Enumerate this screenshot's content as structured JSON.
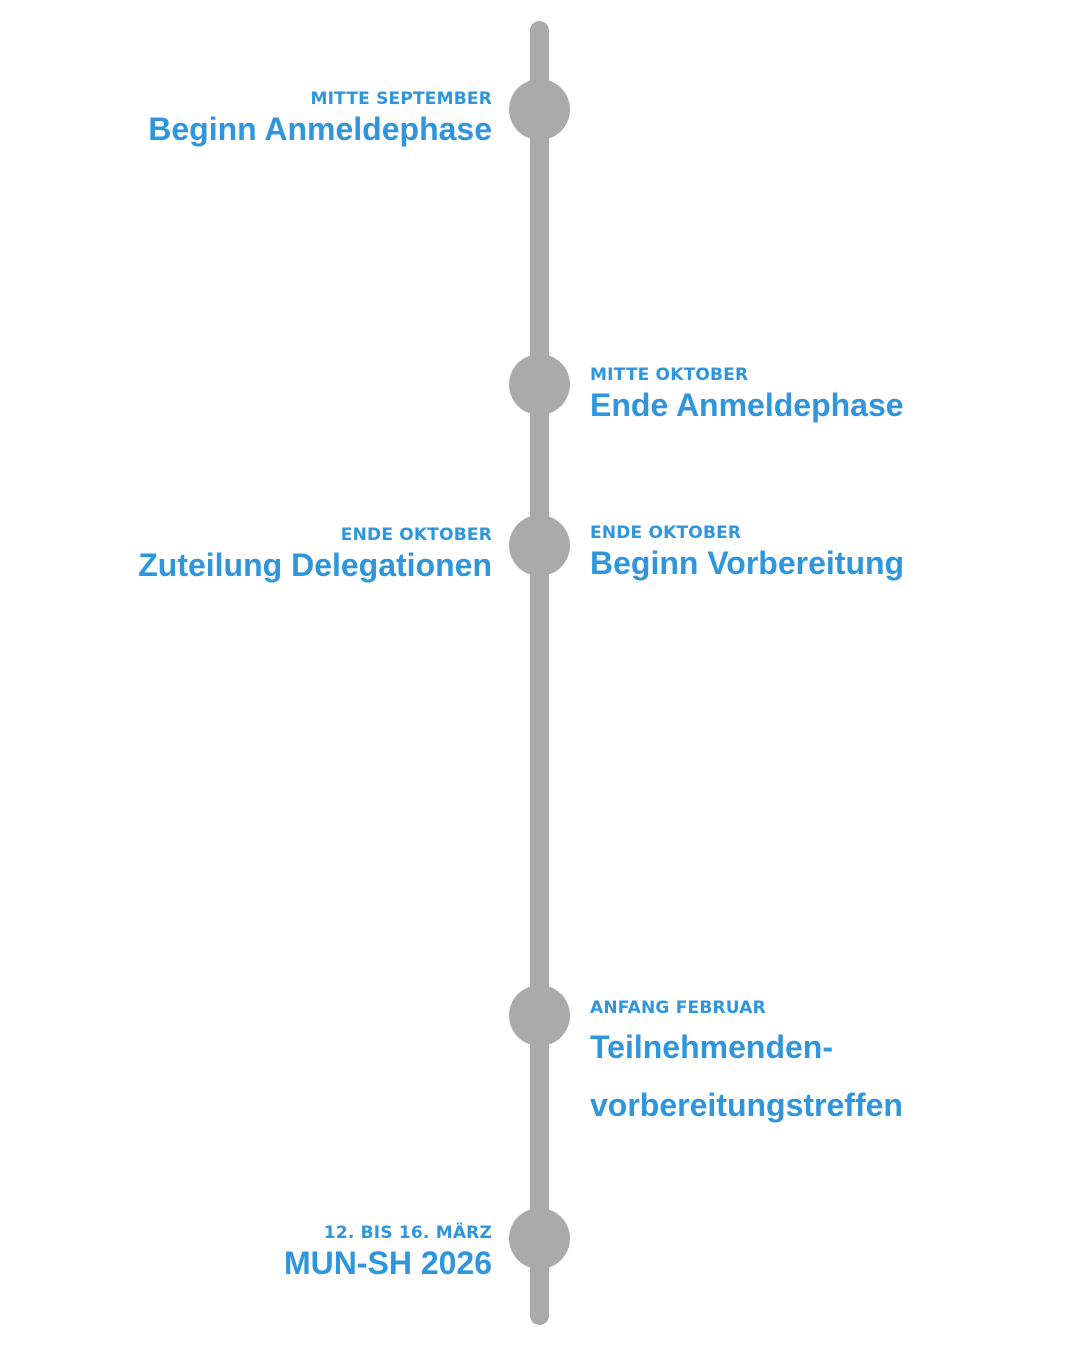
{
  "colors": {
    "line": "#aaaaaa",
    "text": "#2f95dc",
    "background": "#ffffff"
  },
  "events": [
    {
      "side": "left",
      "date": "MITTE SEPTEMBER",
      "title": "Beginn Anmeldephase"
    },
    {
      "side": "right",
      "date": "MITTE OKTOBER",
      "title": "Ende Anmeldephase"
    },
    {
      "side": "left",
      "date": "ENDE OKTOBER",
      "title": "Zuteilung Delegationen"
    },
    {
      "side": "right",
      "date": "ENDE OKTOBER",
      "title": "Beginn Vorbereitung"
    },
    {
      "side": "right",
      "date": "ANFANG FEBRUAR",
      "title_lines": [
        "Teilnehmenden-",
        "vorbereitungstreffen"
      ]
    },
    {
      "side": "left",
      "date": "12. BIS 16. MÄRZ",
      "title": "MUN-SH 2026"
    }
  ]
}
